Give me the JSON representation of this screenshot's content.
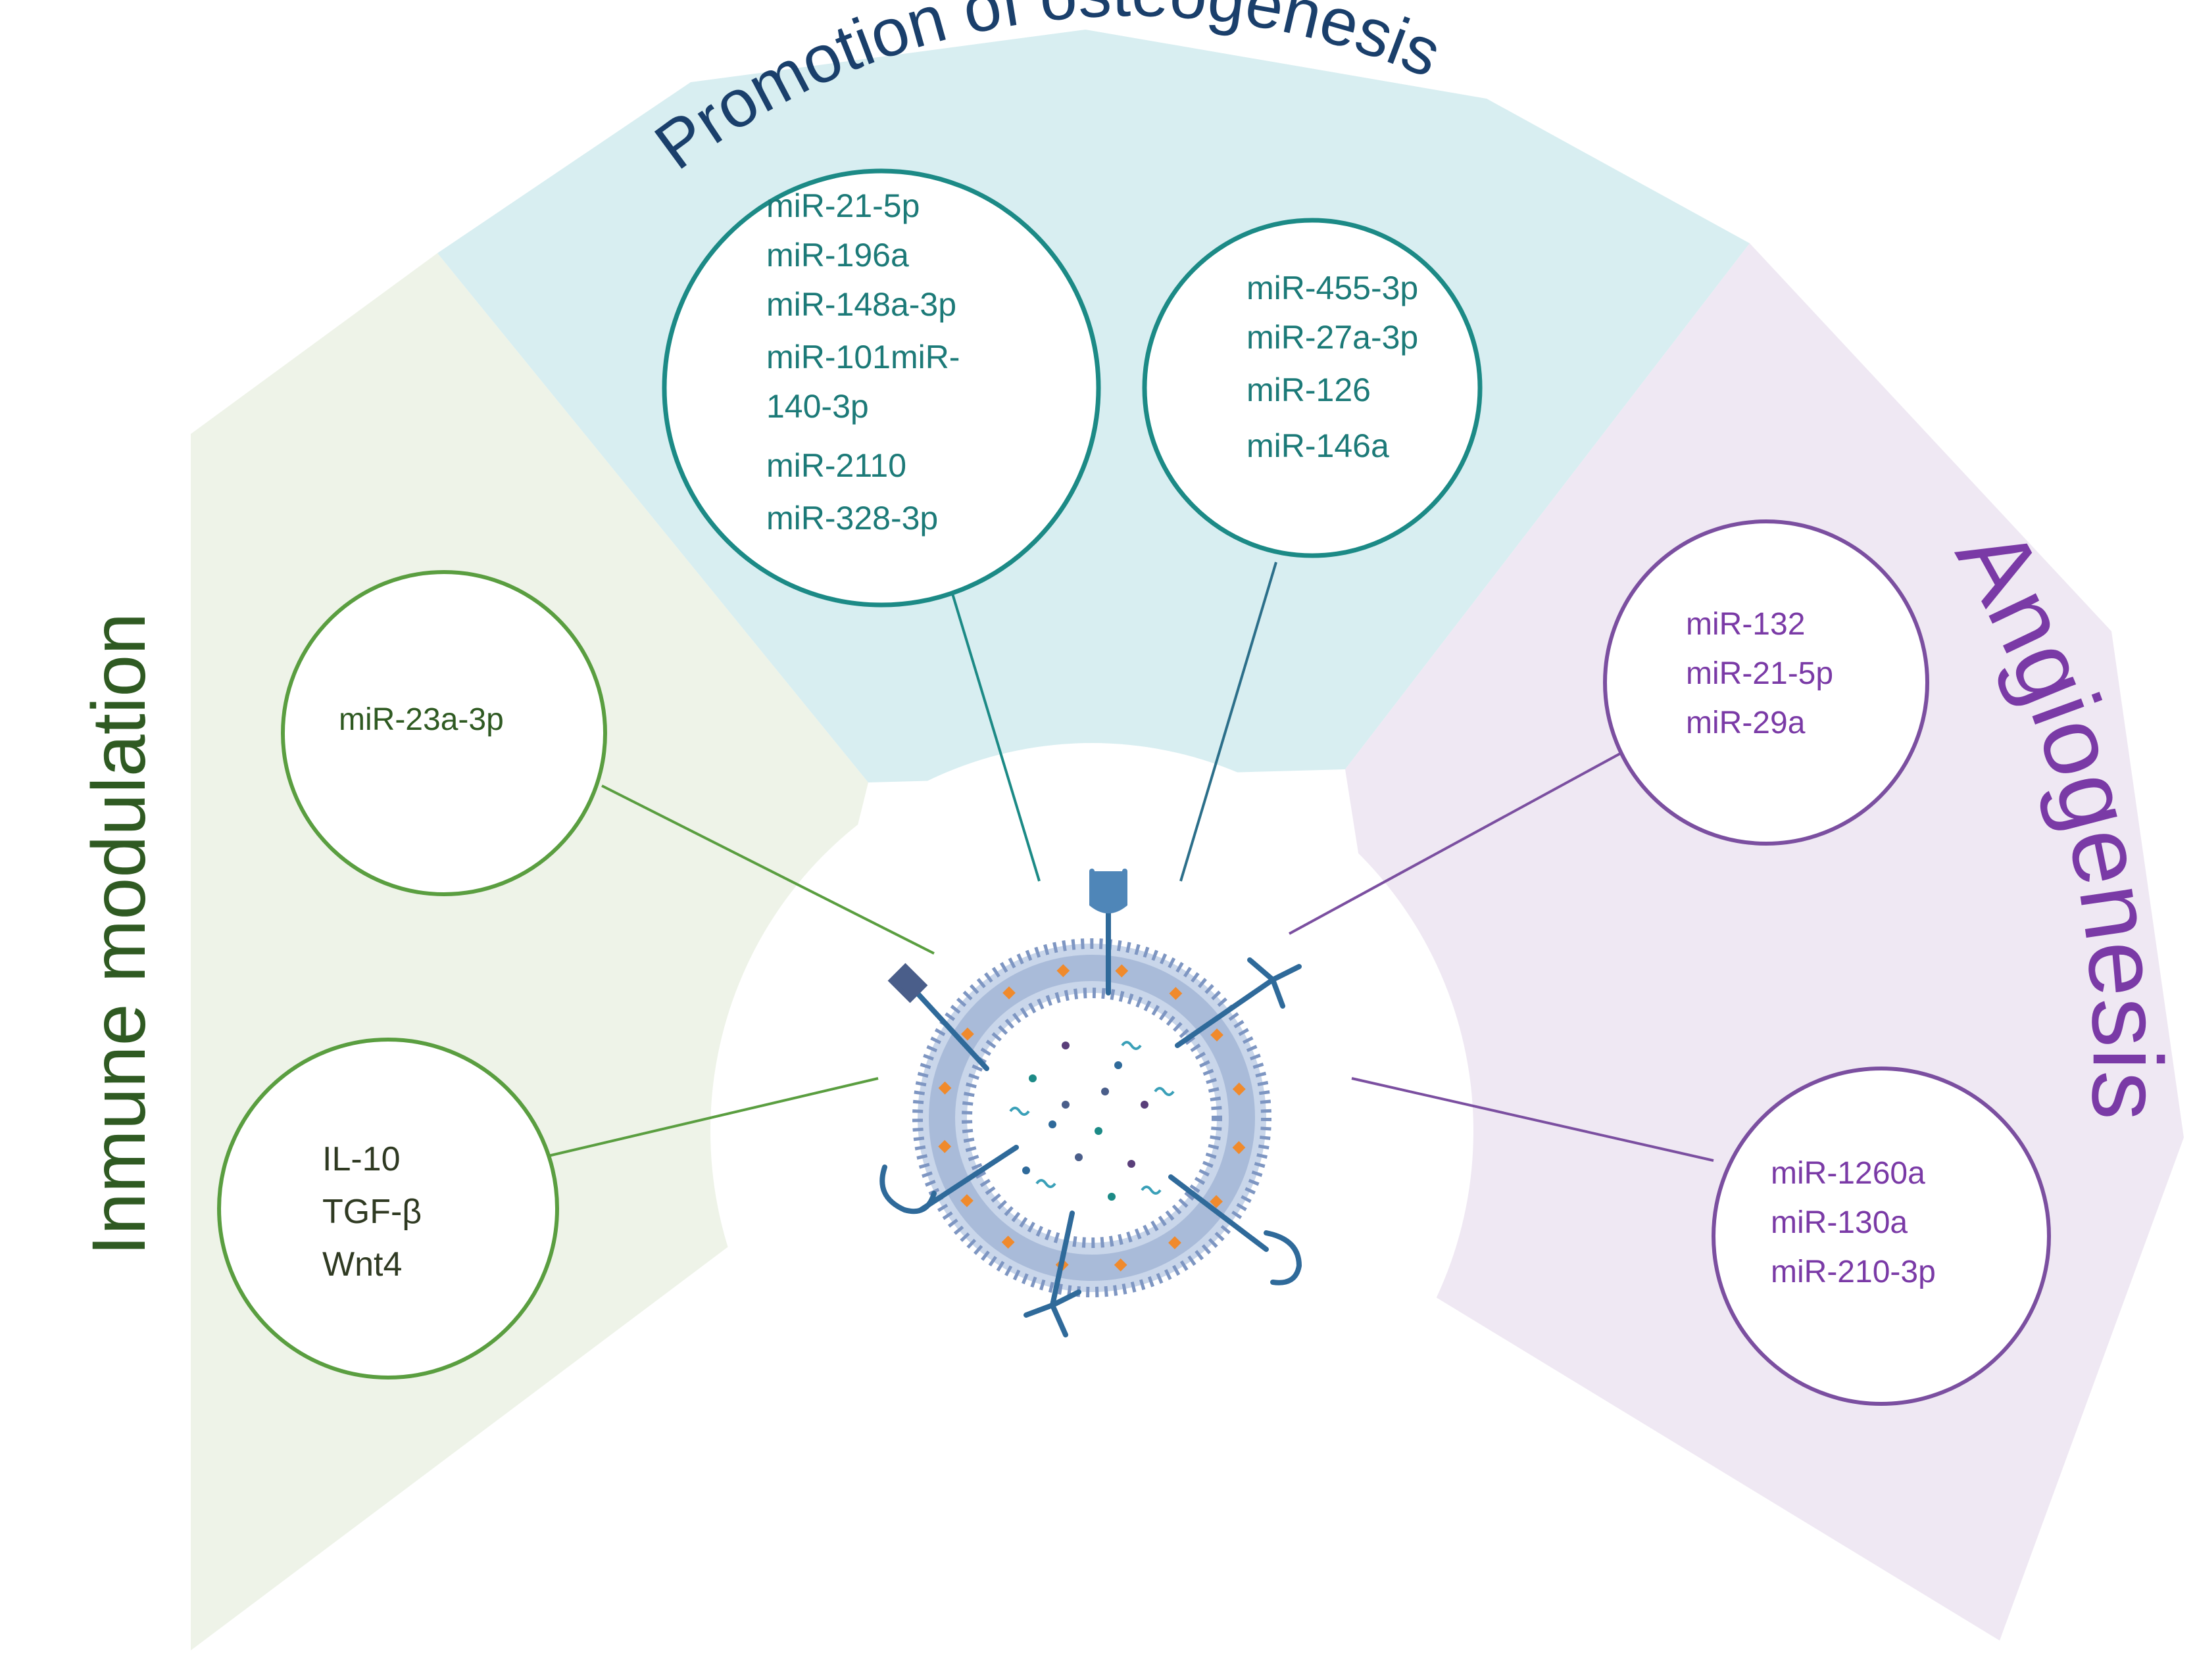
{
  "sections": {
    "osteogenesis": {
      "title": "Promotion of osteogenesis",
      "color": "#1a3f6b",
      "line_color": "#1c8a86",
      "bg": "#d8eef1",
      "circles": [
        {
          "items": [
            "miR-21-5p",
            "miR-196a",
            "miR-148a-3p",
            "miR-101miR-",
            "140-3p",
            "miR-2110",
            "miR-328-3p"
          ]
        },
        {
          "items": [
            "miR-455-3p",
            "miR-27a-3p",
            "miR-126",
            "miR-146a"
          ]
        }
      ]
    },
    "immune": {
      "title": "Inmune modulation",
      "color": "#2f5a22",
      "line_color": "#5a9e40",
      "bg": "#eef3e8",
      "circles": [
        {
          "items": [
            "miR-23a-3p"
          ]
        },
        {
          "items": [
            "IL-10",
            "TGF-β",
            "Wnt4"
          ]
        }
      ]
    },
    "angiogenesis": {
      "title": "Angiogenesis",
      "color": "#7a3aa6",
      "line_color": "#7b4fa0",
      "bg": "#efe8f3",
      "circles": [
        {
          "items": [
            "miR-132",
            "miR-21-5p",
            "miR-29a"
          ]
        },
        {
          "items": [
            "miR-1260a",
            "miR-130a",
            "miR-210-3p"
          ]
        }
      ]
    }
  },
  "vesicle": {
    "membrane_color": "#8aa4cc",
    "accent_color": "#f08a2c",
    "receptor_color": "#2f6a9a"
  }
}
